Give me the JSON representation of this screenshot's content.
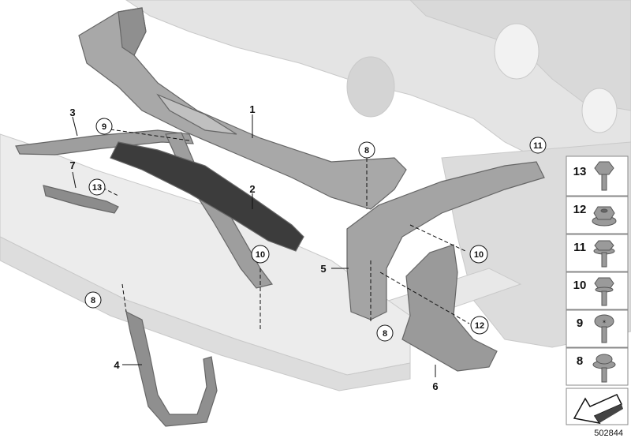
{
  "callouts": {
    "c1": "1",
    "c2": "2",
    "c3": "3",
    "c4": "4",
    "c5": "5",
    "c6": "6",
    "c7": "7"
  },
  "circled_refs": {
    "r9": "9",
    "r13": "13",
    "r8a": "8",
    "r8b": "8",
    "r8c": "8",
    "r10a": "10",
    "r10b": "10",
    "r11": "11",
    "r12": "12"
  },
  "legend": [
    {
      "number": "13",
      "icon": "hex-bolt-icon"
    },
    {
      "number": "12",
      "icon": "hex-nut-washer-icon"
    },
    {
      "number": "11",
      "icon": "hex-collar-screw-icon"
    },
    {
      "number": "10",
      "icon": "hex-flange-screw-icon"
    },
    {
      "number": "9",
      "icon": "torx-pan-screw-icon"
    },
    {
      "number": "8",
      "icon": "torx-washer-screw-icon"
    }
  ],
  "legend_footer_icon": "arrow-down-left-icon",
  "document_number": "502844"
}
